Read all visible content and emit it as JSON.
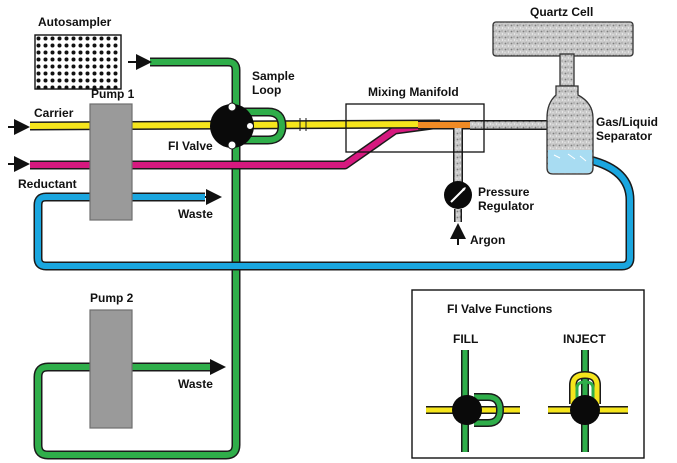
{
  "labels": {
    "autosampler": "Autosampler",
    "quartz_cell": "Quartz Cell",
    "pump1": "Pump 1",
    "pump2": "Pump 2",
    "sample_loop_line1": "Sample",
    "sample_loop_line2": "Loop",
    "mixing_manifold": "Mixing Manifold",
    "carrier": "Carrier",
    "fi_valve": "FI Valve",
    "reductant": "Reductant",
    "waste_top": "Waste",
    "waste_bottom": "Waste",
    "gas_liquid_line1": "Gas/Liquid",
    "gas_liquid_line2": "Separator",
    "pressure_line1": "Pressure",
    "pressure_line2": "Regulator",
    "argon": "Argon"
  },
  "inset": {
    "title": "FI Valve Functions",
    "fill_label": "FILL",
    "inject_label": "INJECT"
  },
  "colors": {
    "green": "#2fae4a",
    "yellow": "#f5e51c",
    "magenta": "#d6197f",
    "blue": "#1aa6df",
    "orange": "#f08a24",
    "gas_gray": "#c8c8c8",
    "pump_gray": "#9a9a9a"
  },
  "icons": [
    "arrow-icon",
    "valve-icon",
    "pressure-gauge-icon",
    "speckled-gas-texture"
  ]
}
